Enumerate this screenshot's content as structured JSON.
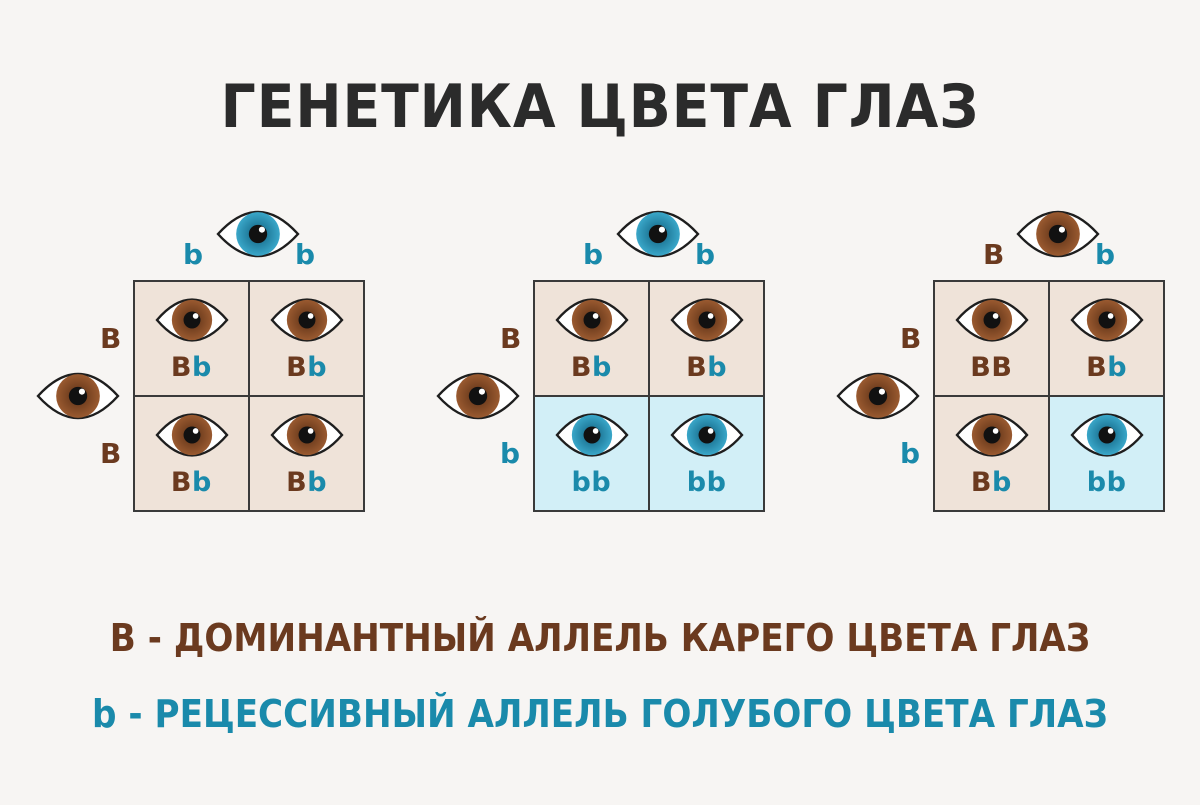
{
  "title": "ГЕНЕТИКА ЦВЕТА ГЛАЗ",
  "colors": {
    "dominant": "#6b3a1f",
    "recessive": "#1a8aab",
    "brown_cell": "#efe3d9",
    "blue_cell": "#d2eff7"
  },
  "crosses": [
    {
      "top_parent": {
        "eye": "blue",
        "alleles": [
          "b",
          "b"
        ]
      },
      "side_parent": {
        "eye": "brown",
        "alleles": [
          "B",
          "B"
        ]
      },
      "cells": [
        {
          "genotype": [
            "B",
            "b"
          ],
          "eye": "brown"
        },
        {
          "genotype": [
            "B",
            "b"
          ],
          "eye": "brown"
        },
        {
          "genotype": [
            "B",
            "b"
          ],
          "eye": "brown"
        },
        {
          "genotype": [
            "B",
            "b"
          ],
          "eye": "brown"
        }
      ]
    },
    {
      "top_parent": {
        "eye": "blue",
        "alleles": [
          "b",
          "b"
        ]
      },
      "side_parent": {
        "eye": "brown",
        "alleles": [
          "B",
          "b"
        ]
      },
      "cells": [
        {
          "genotype": [
            "B",
            "b"
          ],
          "eye": "brown"
        },
        {
          "genotype": [
            "B",
            "b"
          ],
          "eye": "brown"
        },
        {
          "genotype": [
            "b",
            "b"
          ],
          "eye": "blue"
        },
        {
          "genotype": [
            "b",
            "b"
          ],
          "eye": "blue"
        }
      ]
    },
    {
      "top_parent": {
        "eye": "brown",
        "alleles": [
          "B",
          "b"
        ]
      },
      "side_parent": {
        "eye": "brown",
        "alleles": [
          "B",
          "b"
        ]
      },
      "cells": [
        {
          "genotype": [
            "B",
            "B"
          ],
          "eye": "brown"
        },
        {
          "genotype": [
            "B",
            "b"
          ],
          "eye": "brown"
        },
        {
          "genotype": [
            "B",
            "b"
          ],
          "eye": "brown"
        },
        {
          "genotype": [
            "b",
            "b"
          ],
          "eye": "blue"
        }
      ]
    }
  ],
  "legend": {
    "dominant": "B - ДОМИНАНТНЫЙ АЛЛЕЛЬ КАРЕГО ЦВЕТА ГЛАЗ",
    "recessive": "b - РЕЦЕССИВНЫЙ АЛЛЕЛЬ ГОЛУБОГО ЦВЕТА ГЛАЗ"
  }
}
